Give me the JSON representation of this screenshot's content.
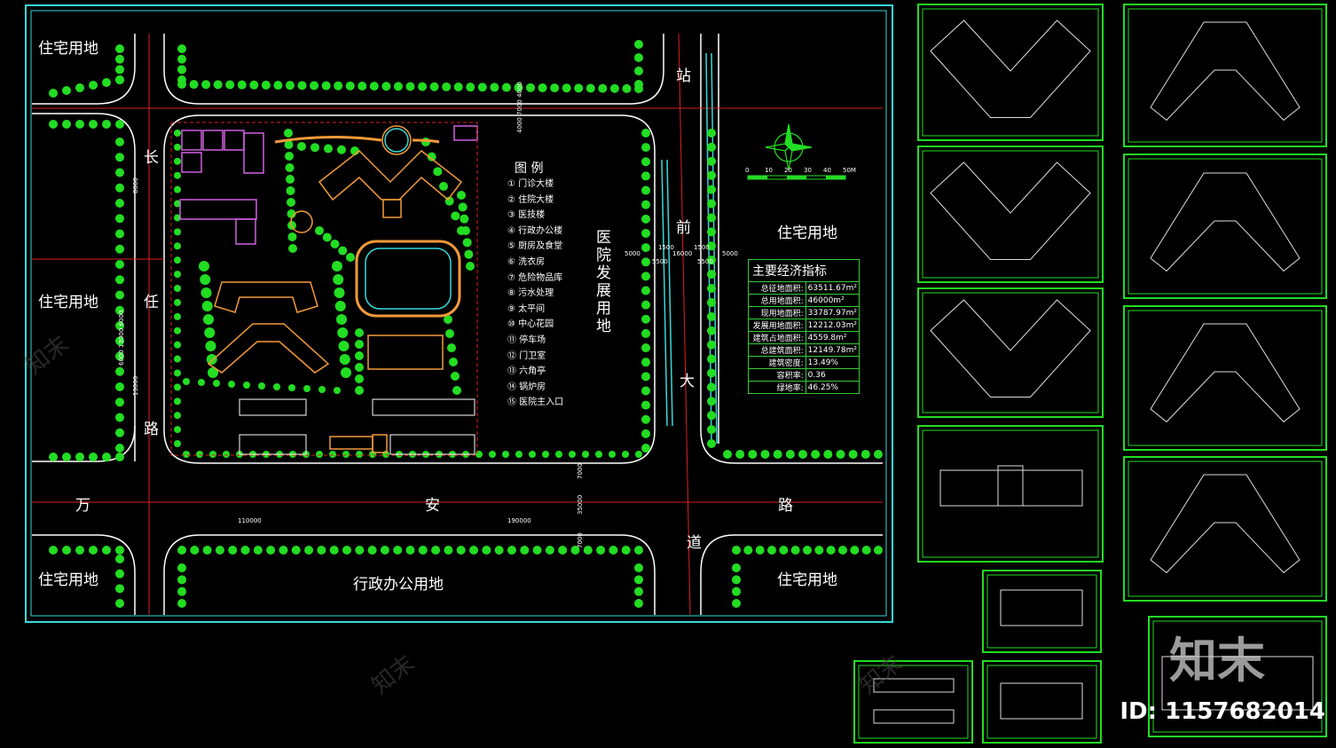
{
  "zones": {
    "residential_label": "住宅用地",
    "admin_office_label": "行政办公用地",
    "hospital_dev_label": "医院发展用地"
  },
  "roads": {
    "changren_road": [
      "长",
      "任",
      "路"
    ],
    "wanan_road": [
      "万",
      "安",
      "路"
    ],
    "zhanqian_avenue": [
      "站",
      "前",
      "大",
      "道"
    ]
  },
  "legend": {
    "title": "图 例",
    "items": [
      "① 门诊大楼",
      "② 住院大楼",
      "③ 医技楼",
      "④ 行政办公楼",
      "⑤ 厨房及食堂",
      "⑥ 洗衣房",
      "⑦ 危险物品库",
      "⑧ 污水处理",
      "⑨ 太平间",
      "⑩ 中心花园",
      "⑪ 停车场",
      "⑫ 门卫室",
      "⑬ 六角亭",
      "⑭ 锅炉房",
      "⑮ 医院主入口"
    ]
  },
  "economic_indicators": {
    "title": "主要经济指标",
    "rows": [
      {
        "label": "总征地面积:",
        "value": "63511.67m²"
      },
      {
        "label": "总用地面积:",
        "value": "46000m²"
      },
      {
        "label": "现用地面积:",
        "value": "33787.97m²"
      },
      {
        "label": "发展用地面积:",
        "value": "12212.03m²"
      },
      {
        "label": "建筑占地面积:",
        "value": "4559.8m²"
      },
      {
        "label": "总建筑面积:",
        "value": "12149.78m²"
      },
      {
        "label": "建筑密度:",
        "value": "13.49%"
      },
      {
        "label": "容积率:",
        "value": "0.36"
      },
      {
        "label": "绿地率:",
        "value": "46.25%"
      }
    ]
  },
  "dimensions": {
    "d110000": "110000",
    "d190000": "190000",
    "d6000_13000_6000": "6000 13000 6000",
    "d13000": "13000",
    "d5000a": "5000",
    "d5500a": "5500",
    "d1500a": "1500",
    "d16000": "16000",
    "d1500b": "1500",
    "d5500b": "5500",
    "d5000b": "5000",
    "d4000_7000_4000": "4000 7000 4000",
    "d7000a": "7000",
    "d35000": "35000",
    "d7000b": "7000",
    "d8000": "8000"
  },
  "scale_bar": {
    "ticks": [
      "0",
      "10",
      "20",
      "30",
      "40",
      "50M"
    ]
  },
  "watermark": {
    "logo_text": "知末",
    "id_text": "ID: 1157682014"
  },
  "colors": {
    "frame": "#38d8d8",
    "green": "#22dd22",
    "red": "#dd2020",
    "orange": "#f39a3a",
    "magenta": "#d060e0",
    "white": "#ffffff"
  }
}
